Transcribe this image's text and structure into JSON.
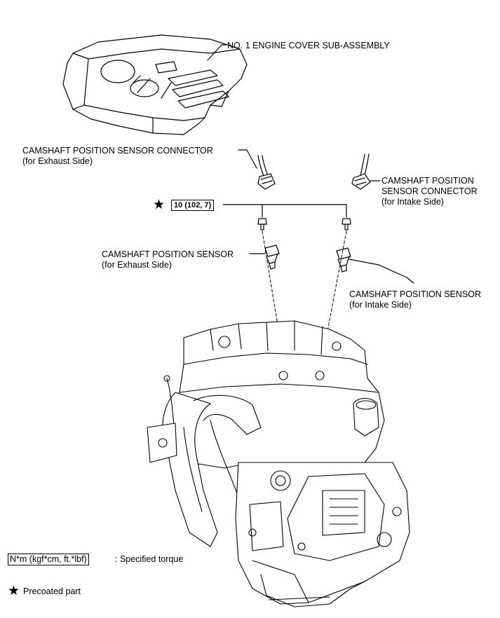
{
  "labels": {
    "engine_cover": "NO. 1 ENGINE COVER SUB-ASSEMBLY",
    "connector_exhaust_1": "CAMSHAFT POSITION SENSOR CONNECTOR",
    "connector_exhaust_2": "(for Exhaust Side)",
    "connector_intake_1": "CAMSHAFT POSITION",
    "connector_intake_2": "SENSOR CONNECTOR",
    "connector_intake_3": "(for Intake Side)",
    "sensor_exhaust_1": "CAMSHAFT POSITION SENSOR",
    "sensor_exhaust_2": "(for Exhaust Side)",
    "sensor_intake_1": "CAMSHAFT POSITION SENSOR",
    "sensor_intake_2": "(for Intake Side)"
  },
  "torque": {
    "value": "10 (102, 7)",
    "symbol": "★"
  },
  "legend": {
    "torque_unit": "N*m (kgf*cm, ft.*lbf)",
    "torque_desc": ": Specified torque",
    "precoat_symbol": "★",
    "precoat_desc": "Precoated part"
  }
}
